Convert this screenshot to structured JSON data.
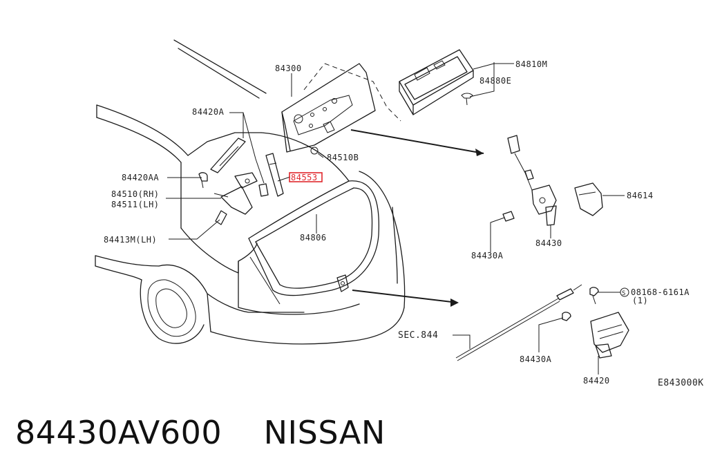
{
  "labels": {
    "p84300": "84300",
    "p84420A": "84420A",
    "p84420AA": "84420AA",
    "p84510RH": "84510(RH)",
    "p84511LH": "84511(LH)",
    "p84413MLH": "84413M(LH)",
    "p84510B": "84510B",
    "p84553": "84553",
    "p84806": "84806",
    "p84810M": "84810M",
    "p84880E": "84880E",
    "p84614": "84614",
    "p84430A_1": "84430A",
    "p84430": "84430",
    "p08168": "08168-6161A",
    "p08168_qty": "(1)",
    "p08168_prefix": "S",
    "sec844": "SEC.844",
    "p84430A_2": "84430A",
    "p84420": "84420",
    "code": "E843000K"
  },
  "caption": {
    "part_number": "84430AV600",
    "brand": "NISSAN"
  },
  "colors": {
    "highlight": "#e0262b",
    "line": "#1a1a1a"
  }
}
